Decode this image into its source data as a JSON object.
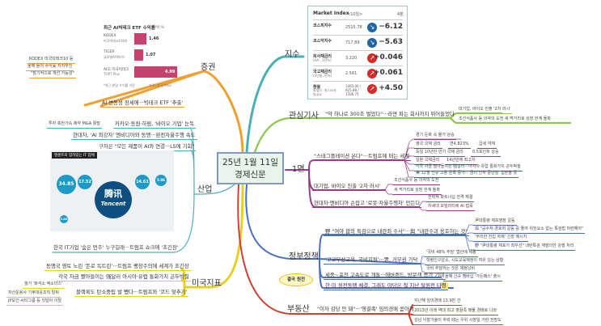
{
  "center": {
    "line1": "25년 1월 11일",
    "line2": "경제신문"
  },
  "branches": {
    "stocks": {
      "label": "증권",
      "main": "AI 변동성 장세에···빅테크 ETF '추출'",
      "notes": [
        "KODEX 미국빅테크10 등",
        "올해 들어 수익률 지지부진",
        "\"장기적으로 개선 가능성\""
      ],
      "etf_chart": {
        "title": "최근 AI빅테크 ETF 수익률",
        "unit": "단위:%",
        "items": [
          {
            "name": "KODEX",
            "sub": "미국빅테크10(H)",
            "value": "1.46"
          },
          {
            "name": "TIGER",
            "sub": "글로벌AI액티브",
            "value": "1.07"
          },
          {
            "name": "ACE 미국빅테크",
            "sub": "TOP7 Plus",
            "value": "4.99"
          }
        ],
        "footnote": "*최근 한달 수익률 기준",
        "source": "자료: 한국거래소"
      }
    },
    "index": {
      "label": "지수",
      "market": {
        "title": "Market Index",
        "date": "<10일>",
        "unit": "4분",
        "rows": [
          {
            "name": "코스피지수",
            "sub": "",
            "value": "2515.78",
            "dir": "down",
            "change": "−6.12"
          },
          {
            "name": "코스닥지수",
            "sub": "",
            "value": "717.89",
            "dir": "down",
            "change": "−5.63"
          },
          {
            "name": "회사채금리",
            "sub": "(AA-, 3년%)",
            "value": "3.220",
            "dir": "up",
            "change": "+0.046"
          },
          {
            "name": "국고채금리",
            "sub": "(3년물, 연%)",
            "value": "2.561",
            "dir": "up",
            "change": "+0.061"
          },
          {
            "name": "환율",
            "sub": "원/달러 · 원/100엔 · 원/유로",
            "value": "1465.00 / 925.88 / 1506.75",
            "dir": "up",
            "change": "+4.50"
          }
        ]
      }
    },
    "interest": {
      "label": "관심기사",
      "main": "\"약 하나로 300조 벌었다\"···라면 파는 회사까지 뛰어들었다",
      "leaves": [
        "대기업, 바이오 진출 '2차 러시'",
        "조선식품사 등 의약의 도전 새 먹거리로 성장 한계 돌파"
      ]
    },
    "front": {
      "label": "1면",
      "subs": [
        {
          "text": "\"스태그플레이션 온다\"···트럼프에 떠는 세계",
          "leaves": [
            "경기 둔화 속 물가 상승",
            "영국 국채 금리",
            "연4.823%",
            "급세 약재",
            "독일 10년만 만기 국채 금리",
            "0.5포인트 상승",
            "일본 국채금리",
            "14년만에 최고치",
            "각국 자금 빨아들이는 强달러···아시아·유럽 통화가치 곤두박질",
            "美 12월 신규 고용 큰폭 증가···'금리 인하 중단설' 힘받을 듯"
          ]
        },
        {
          "text": "대기업, 바이오 진출 '2차 러시'",
          "leaves": [
            "조선식품사 등 의약의 도전",
            "새 먹거리로 성장 한계 돌파"
          ]
        },
        {
          "text": "현대차·엔비디아 손잡고 '로봇·자율주행차' 만든다",
          "leaves": [
            "전략적 파트너십 전격 체결",
            "차세대 모빌리티에 AI 접목"
          ]
        }
      ]
    },
    "industry": {
      "label": "산업",
      "items": [
        "카카오·동원·하림, '바이오 기업' 눈독",
        "현대차, 'AI 최강자' 엔비디아와 동맹···완전자율주행 속도",
        "구자은 \"모든 제품이 AI와 연결···LS에 기회\"",
        "한국 IT기업 '숨은 먼주' 누구길래···트럼프 쇼크에 '초긴장'"
      ],
      "note": "투자 축한가속 제약 M&A 활발",
      "tencent": {
        "title": "텐센트의 엄허있는 IT 업체",
        "logo_cn": "腾讯",
        "logo_en": "Tencent",
        "values": [
          "34.85",
          "17.52",
          "14.61",
          "5.96",
          "3.80"
        ]
      }
    },
    "us": {
      "label": "미국지표",
      "items": [
        "동맹국 영토 노린 '돈로 독트린'···트럼프 팽창주의에 세계가 초긴장",
        "각국 자금 빨아들이는 强달러 아시아·유럽 통화가치 곤두박질",
        "블랙록도 탄소중립 발 뺐다···트럼프와 '코드 맞추기'"
      ],
      "notes": [
        "월가 '화석소 엑소더스'",
        "자산운용사 기후대응조직 탈퇴",
        "JP모간·씨티그룹 등 잇달아 이탈"
      ]
    },
    "policy": {
      "label": "정부정책",
      "badge": "결국 원전",
      "subs": [
        {
          "text": "野 \"여야 합의 특검으로 내란죄 수사\"···與 \"내란수괴 옹호하는 것\"",
          "leaves": [
            "尹대통령 체포영장 갈등",
            "與 \"공수처·경호처 갈등 중 줄여 위헌요소 없는 특검법 마련해야\"",
            "'무리한 진입 자제' 긴장 메시지",
            "野 \"尹대통령 체포가 최우선\" 내란특검 재발의안 강행 처리"
          ]
        },
        {
          "text": "'고교무상교육, 국비지원'···尹, 거부권 가닥",
          "leaves": [
            "'국비 48% 추담' 법안에 제동",
            "학령인구감소, 시도교육재정이 여유 있는 상황",
            "국비 추담하는 것은 재정낭비"
          ]
        },
        {
          "text": "세종~포천 고속도로 개통···에버랜드, 방문객 증가 기대",
          "leaves": [
            "올해 신규 멤버십 '가든패스' 출시"
          ]
        },
        {
          "text": "한·미 원전동맹 체결, 그래도 야당은 철 지난 탈원전 타령",
          "leaves": []
        }
      ]
    },
    "realestate": {
      "label": "부동산",
      "main": "\"이자 감당 안 돼\"···'영끌족' 임의경매 쏟아져",
      "leaves": [
        "지난해 임의경매 13.9만 건",
        "2013년 이래 역대 최고 영끌족 매물 경매로 나와",
        "강남 낙찰가율이 하락 때는 우위 시장일 거란 전망도"
      ]
    }
  },
  "colors": {
    "stocks": "#f0a030",
    "index": "#4ab0b8",
    "interest": "#8cc850",
    "front": "#9a3a8c",
    "industry": "#4ab0b8",
    "us": "#e8d020",
    "policy": "#4870c0",
    "realestate": "#d04030",
    "down": "#1e64a8",
    "up": "#d42a2a"
  }
}
